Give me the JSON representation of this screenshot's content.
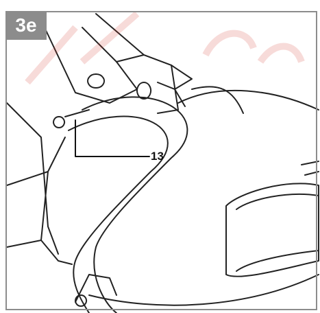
{
  "figure": {
    "step_label": "3e",
    "callouts": [
      {
        "id": "screw",
        "label": "13"
      }
    ],
    "colors": {
      "frame": "#8c8c8c",
      "line": "#222222",
      "badge_text": "#ffffff",
      "watermark": "#d23a2a"
    }
  }
}
